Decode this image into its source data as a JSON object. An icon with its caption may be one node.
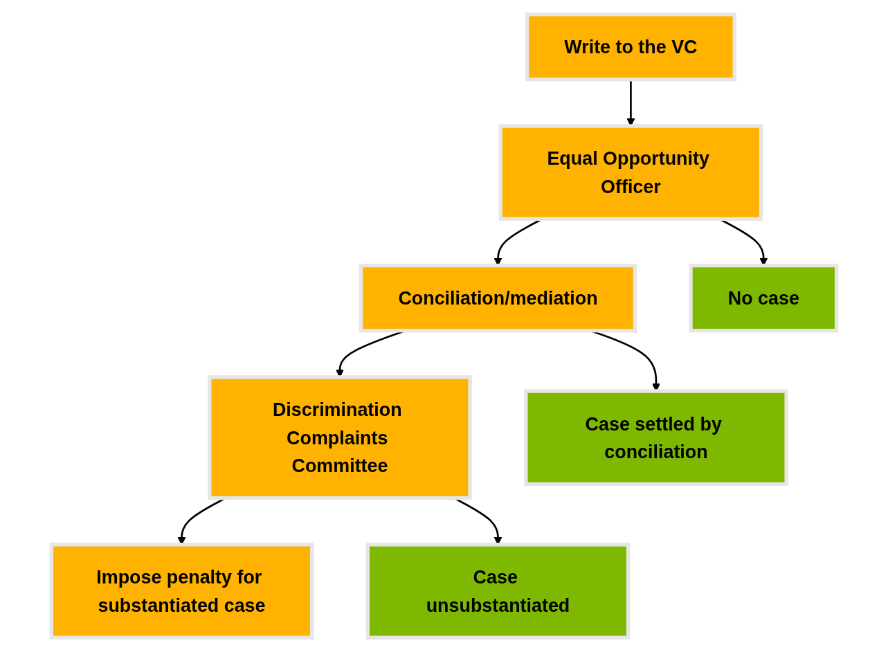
{
  "diagram": {
    "nodes": [
      {
        "text": [
          "Write to the VC"
        ]
      },
      {
        "text": [
          "Equal Opportunity Officer"
        ]
      },
      {
        "text": [
          "Conciliation/mediation"
        ]
      },
      {
        "text": [
          "No case"
        ]
      },
      {
        "text": [
          "Discrimination Complaints Committee"
        ]
      },
      {
        "text": [
          "Case settled by conciliation"
        ]
      },
      {
        "text": [
          "Impose penalty for substantiated case"
        ]
      },
      {
        "text": [
          "Case unsubstantiated"
        ]
      }
    ],
    "edges": [
      {
        "from": 0,
        "to": 1,
        "arrow": "to"
      },
      {
        "from": 1,
        "to": 2,
        "arrow": "to"
      },
      {
        "from": 1,
        "to": 3,
        "arrow": "to"
      },
      {
        "from": 2,
        "to": 4,
        "arrow": "to"
      },
      {
        "from": 2,
        "to": 5,
        "arrow": "to"
      },
      {
        "from": 4,
        "to": 6,
        "arrow": "to"
      },
      {
        "from": 4,
        "to": 7,
        "arrow": "to"
      }
    ]
  }
}
